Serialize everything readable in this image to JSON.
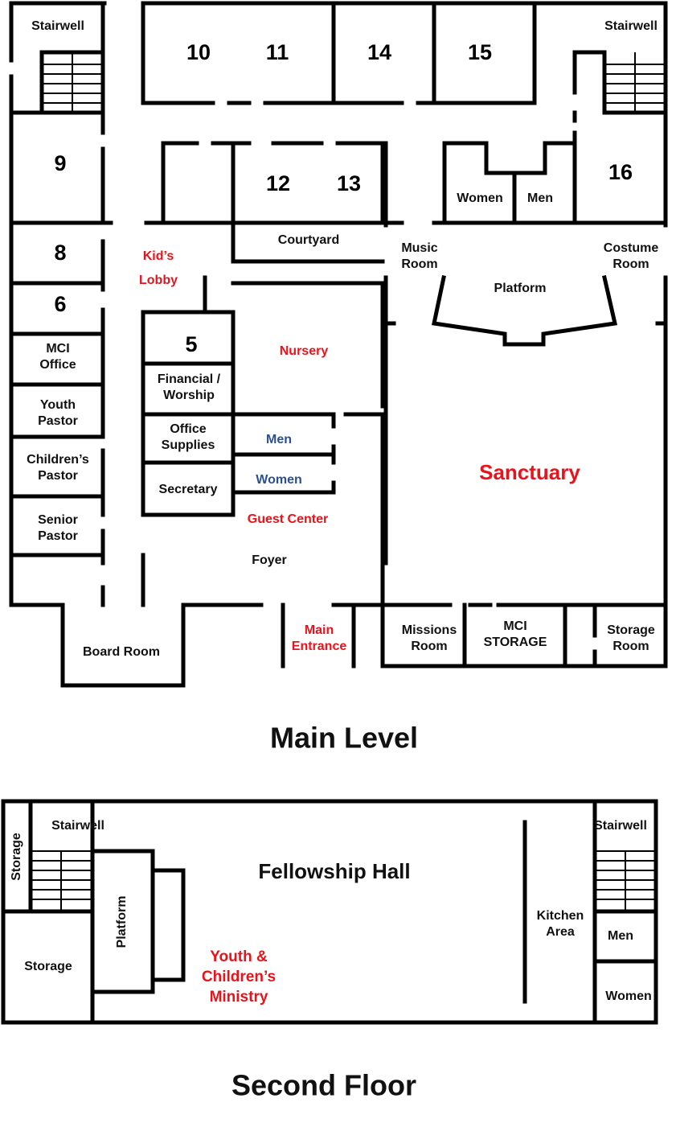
{
  "colors": {
    "wall": "#000000",
    "accent_red": "#e8131b",
    "accent_blue": "#2b4f8f",
    "text": "#111111"
  },
  "main_level": {
    "title": "Main Level",
    "rooms": {
      "stairwell_left": "Stairwell",
      "stairwell_right": "Stairwell",
      "r10": "10",
      "r11": "11",
      "r14": "14",
      "r15": "15",
      "r9": "9",
      "r12": "12",
      "r13": "13",
      "r16": "16",
      "r8": "8",
      "r6": "6",
      "r5": "5",
      "women_upper": "Women",
      "men_upper": "Men",
      "courtyard": "Courtyard",
      "music_room_1": "Music",
      "music_room_2": "Room",
      "costume_room_1": "Costume",
      "costume_room_2": "Room",
      "platform": "Platform",
      "kids_lobby_1": "Kid’s",
      "kids_lobby_2": "Lobby",
      "mci_office_1": "MCI",
      "mci_office_2": "Office",
      "nursery": "Nursery",
      "financial_1": "Financial /",
      "financial_2": "Worship",
      "youth_pastor_1": "Youth",
      "youth_pastor_2": "Pastor",
      "office_supplies_1": "Office",
      "office_supplies_2": "Supplies",
      "men_lower": "Men",
      "childrens_pastor_1": "Children’s",
      "childrens_pastor_2": "Pastor",
      "sanctuary": "Sanctuary",
      "women_lower": "Women",
      "secretary": "Secretary",
      "senior_pastor_1": "Senior",
      "senior_pastor_2": "Pastor",
      "guest_center": "Guest Center",
      "foyer": "Foyer",
      "board_room": "Board Room",
      "main_entrance_1": "Main",
      "main_entrance_2": "Entrance",
      "missions_room_1": "Missions",
      "missions_room_2": "Room",
      "mci_storage_1": "MCI",
      "mci_storage_2": "STORAGE",
      "storage_room_1": "Storage",
      "storage_room_2": "Room"
    }
  },
  "second_floor": {
    "title": "Second Floor",
    "rooms": {
      "stairwell_left": "Stairwell",
      "stairwell_right": "Stairwell",
      "storage_vertical": "Storage",
      "fellowship_hall": "Fellowship Hall",
      "platform": "Platform",
      "kitchen_1": "Kitchen",
      "kitchen_2": "Area",
      "men": "Men",
      "storage": "Storage",
      "youth_1": "Youth &",
      "youth_2": "Children’s",
      "youth_3": "Ministry",
      "women": "Women"
    }
  }
}
